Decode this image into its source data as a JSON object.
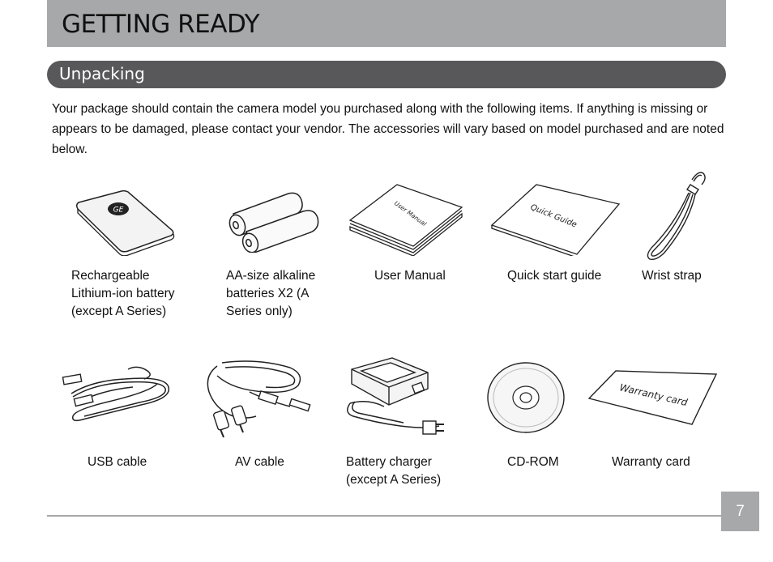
{
  "header": {
    "title": "GETTING READY"
  },
  "section": {
    "title": "Unpacking"
  },
  "intro": "Your package should contain the camera model you purchased along with the following items.  If anything is missing or appears to be damaged, please contact your vendor. The accessories will vary based on model purchased and are noted below.",
  "items": [
    {
      "caption": "Rechargeable Lithium-ion battery (except A Series)",
      "icon": "battery-icon",
      "print": "GE"
    },
    {
      "caption": "AA-size alkaline batteries X2 (A Series only)",
      "icon": "aa-batteries-icon"
    },
    {
      "caption": "User Manual",
      "icon": "user-manual-icon",
      "print": "User Manual"
    },
    {
      "caption": "Quick start guide",
      "icon": "quick-guide-icon",
      "print": "Quick Guide"
    },
    {
      "caption": "Wrist strap",
      "icon": "wrist-strap-icon"
    },
    {
      "caption": "USB cable",
      "icon": "usb-cable-icon"
    },
    {
      "caption": "AV cable",
      "icon": "av-cable-icon"
    },
    {
      "caption": "Battery charger (except A Series)",
      "icon": "battery-charger-icon"
    },
    {
      "caption": "CD-ROM",
      "icon": "cd-rom-icon"
    },
    {
      "caption": "Warranty card",
      "icon": "warranty-card-icon",
      "print": "Warranty card"
    }
  ],
  "footer": {
    "page_number": "7"
  }
}
